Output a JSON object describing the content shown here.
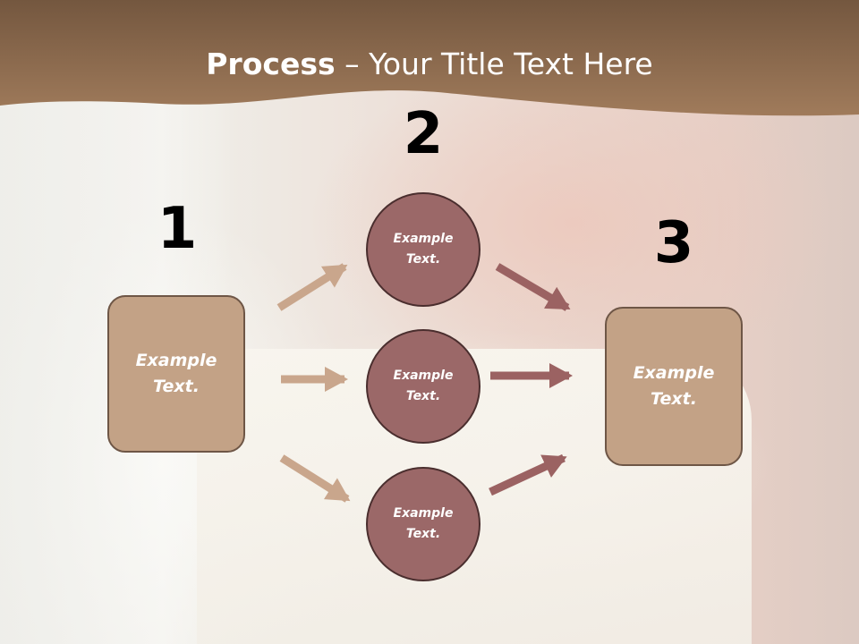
{
  "title": {
    "bold": "Process",
    "rest": " – Your Title Text Here"
  },
  "steps": [
    {
      "number": "1",
      "label": "Example Text."
    },
    {
      "number": "2",
      "labels": [
        "Example Text.",
        "Example Text.",
        "Example Text."
      ]
    },
    {
      "number": "3",
      "label": "Example Text."
    }
  ],
  "colors": {
    "banner": "#8b6a4f",
    "box_fill": "#c3a286",
    "circle_fill": "#9b6868",
    "arrow_left": "#c9a68c",
    "arrow_right": "#9b6262"
  }
}
